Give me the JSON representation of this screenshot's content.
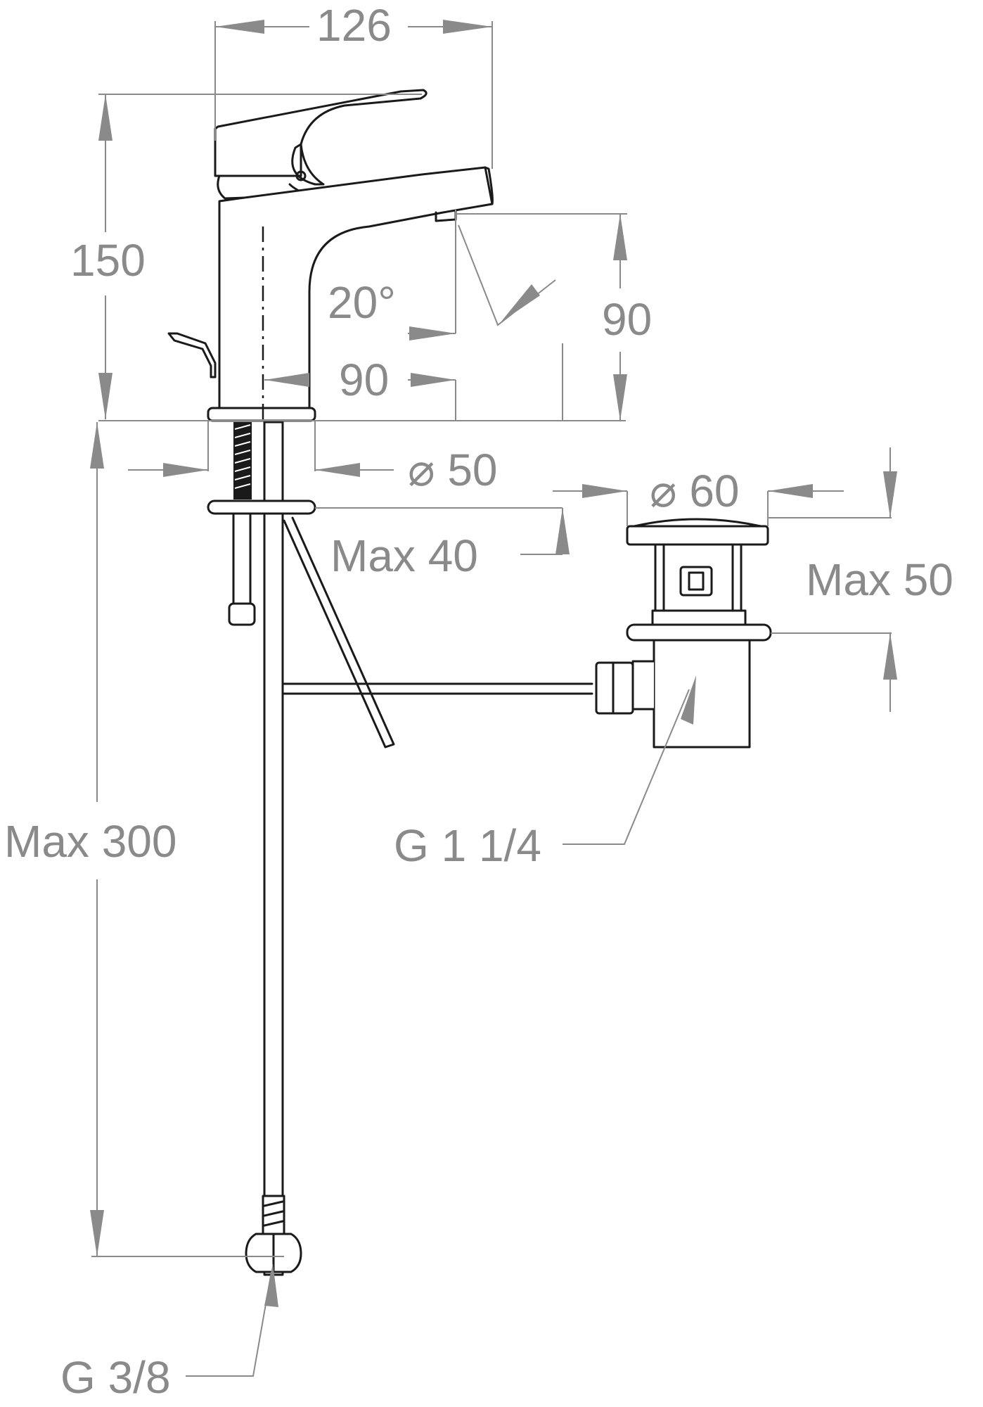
{
  "dimensions": {
    "overall_width": "126",
    "overall_height": "150",
    "spout_angle": "20°",
    "spout_height": "90",
    "spout_reach": "90",
    "base_diameter": "50",
    "waste_diameter": "60",
    "deck_thickness": "Max 40",
    "basin_thickness": "Max 50",
    "hose_length": "Max 300",
    "waste_thread": "G 1 1/4",
    "hose_thread": "G 3/8"
  },
  "colors": {
    "outline": "#1a1a1a",
    "dimension": "#8a8a8a",
    "background": "#ffffff"
  }
}
